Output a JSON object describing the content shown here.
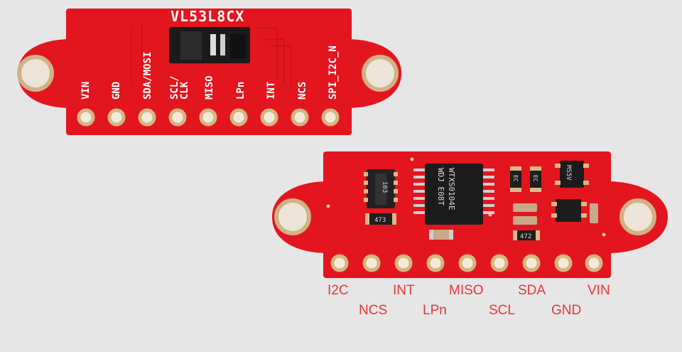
{
  "colors": {
    "background": "#e6e6e6",
    "pcb_red": "#e3151e",
    "pcb_red_dark": "#b80f16",
    "pad_gold": "#d9b98a",
    "silkscreen": "#ffffff",
    "label_red": "#e2373a"
  },
  "front_board": {
    "title": "VL53L8CX",
    "pins": [
      "VIN",
      "GND",
      "SDA/MOSI",
      "SCL/\nCLK",
      "MISO",
      "LPn",
      "INT",
      "NCS",
      "SPI_I2C_N"
    ]
  },
  "back_board": {
    "main_chip_marking": [
      "WTXS0104E",
      "WDJ E08T"
    ],
    "resistor_marking": "103",
    "small_markings": [
      "473",
      "472",
      "EC",
      "EC"
    ],
    "regulator_marking": "MS5V",
    "pin_labels_top": [
      "I2C",
      "INT",
      "MISO",
      "SDA",
      "VIN"
    ],
    "pin_labels_bottom": [
      "NCS",
      "LPn",
      "SCL",
      "GND"
    ]
  }
}
